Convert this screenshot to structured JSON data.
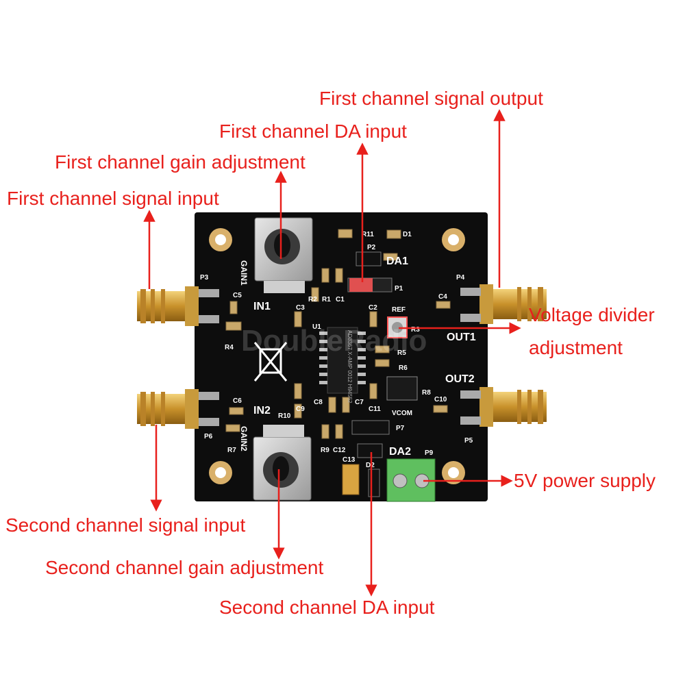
{
  "callouts": {
    "first_signal_output": "First channel signal output",
    "first_da_input": "First channel DA input",
    "first_gain_adjustment": "First channel gain adjustment",
    "first_signal_input": "First channel signal input",
    "voltage_divider_line1": "Voltage divider",
    "voltage_divider_line2": "adjustment",
    "five_volt_supply": "5V power supply",
    "second_signal_input": "Second channel signal input",
    "second_gain_adjustment": "Second channel gain adjustment",
    "second_da_input": "Second channel DA input"
  },
  "board": {
    "silk": {
      "gain1": "GAIN1",
      "gain2": "GAIN2",
      "in1": "IN1",
      "in2": "IN2",
      "out1": "OUT1",
      "out2": "OUT2",
      "da1": "DA1",
      "da2": "DA2",
      "ref": "REF",
      "vcom": "VCOM",
      "u1": "U1",
      "p1": "P1",
      "p2": "P2",
      "p3": "P3",
      "p4": "P4",
      "p5": "P5",
      "p6": "P6",
      "p7": "P7",
      "p9": "P9",
      "r1": "R1",
      "r2": "R2",
      "r3": "R3",
      "r4": "R4",
      "r5": "R5",
      "r6": "R6",
      "r7": "R7",
      "r8": "R8",
      "r9": "R9",
      "r10": "R10",
      "r11": "R11",
      "c1": "C1",
      "c2": "C2",
      "c3": "C3",
      "c4": "C4",
      "c5": "C5",
      "c6": "C6",
      "c7": "C7",
      "c8": "C8",
      "c9": "C9",
      "c10": "C10",
      "c11": "C11",
      "c12": "C12",
      "c13": "C13",
      "d1": "D1",
      "d2": "D2"
    },
    "chip_marking": "AD8367 X-AMP 0012 H94552",
    "watermark": "DoubleRadio",
    "colors": {
      "pcb": "#0d0d0d",
      "gold": "#d4a23a",
      "callout": "#e8201c",
      "terminal": "#5fbf5f",
      "jumper": "#e05050"
    }
  }
}
